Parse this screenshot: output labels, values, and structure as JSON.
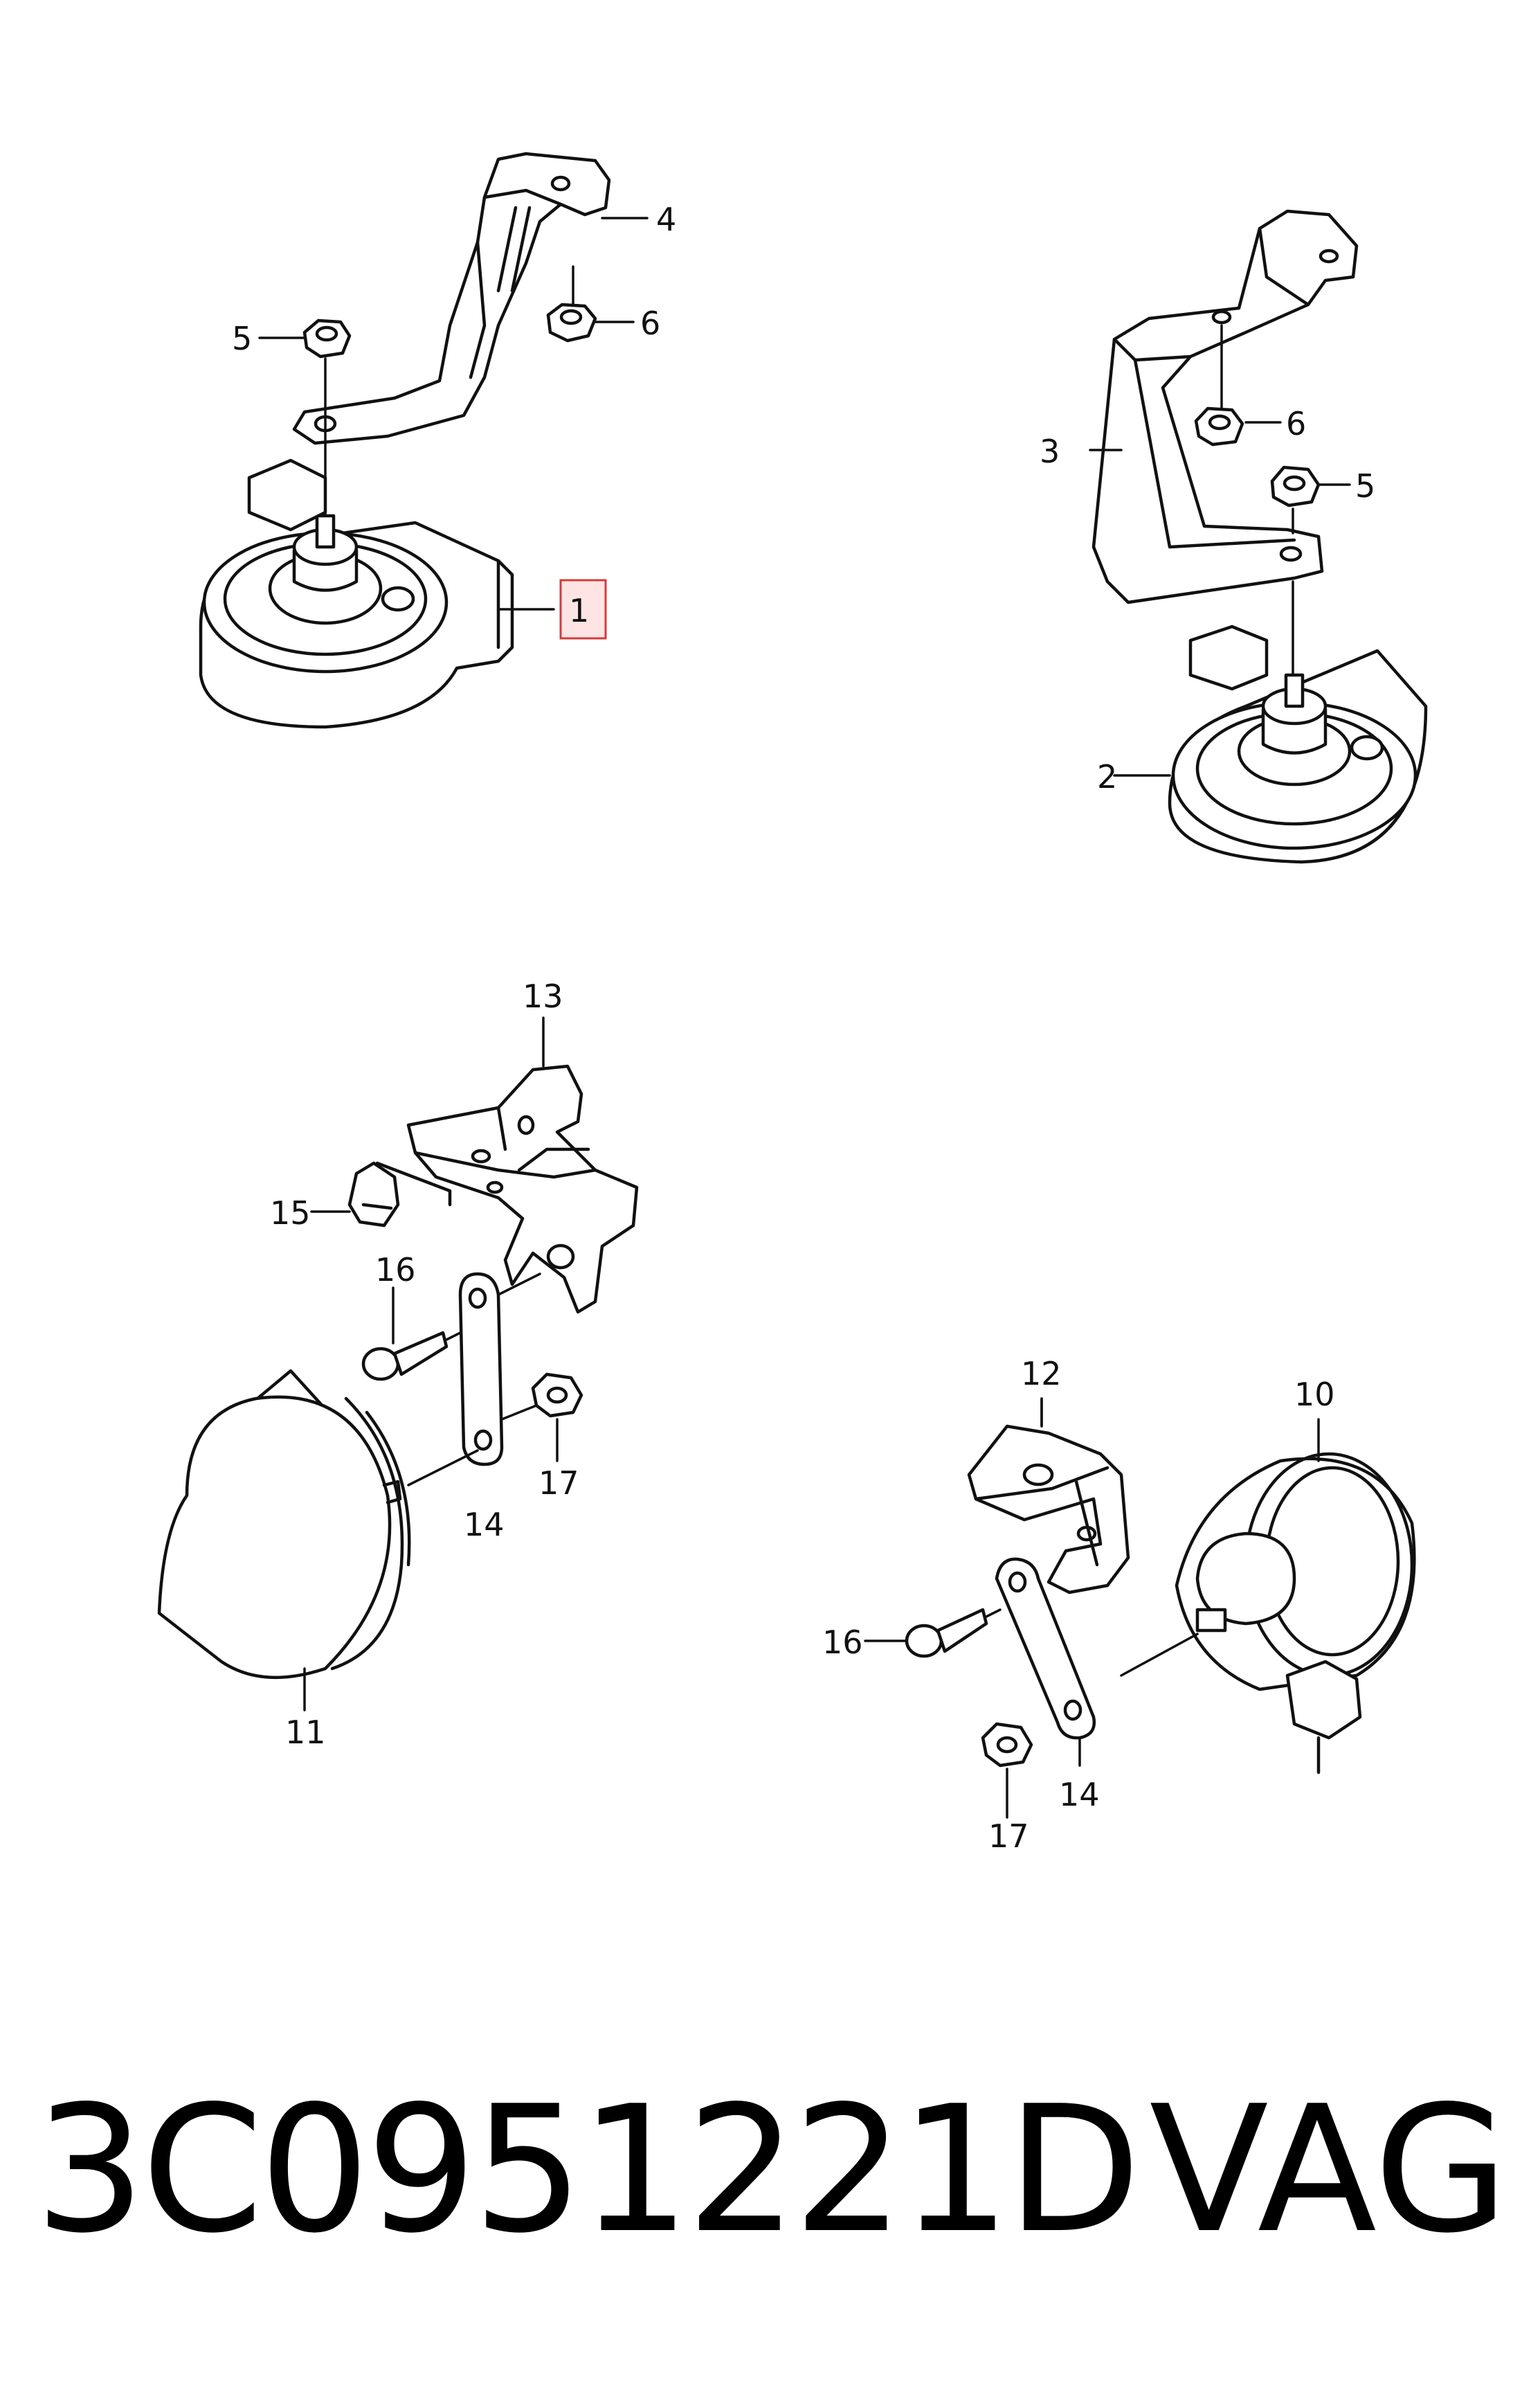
{
  "callouts": {
    "c1": "1",
    "c2": "2",
    "c3": "3",
    "c4": "4",
    "c5a": "5",
    "c5b": "5",
    "c6a": "6",
    "c6b": "6",
    "c10": "10",
    "c11": "11",
    "c12": "12",
    "c13": "13",
    "c14a": "14",
    "c14b": "14",
    "c15": "15",
    "c16a": "16",
    "c16b": "16",
    "c17a": "17",
    "c17b": "17"
  },
  "highlight": {
    "part": "1",
    "color": "#d23c3c",
    "fill": "#ffe4e4"
  },
  "footer": {
    "part_number": "3C0951221D",
    "brand": "VAG"
  },
  "icons": [
    "horn-icon",
    "bracket-icon",
    "nut-icon",
    "screw-icon",
    "connector-clip-icon",
    "strap-icon"
  ]
}
